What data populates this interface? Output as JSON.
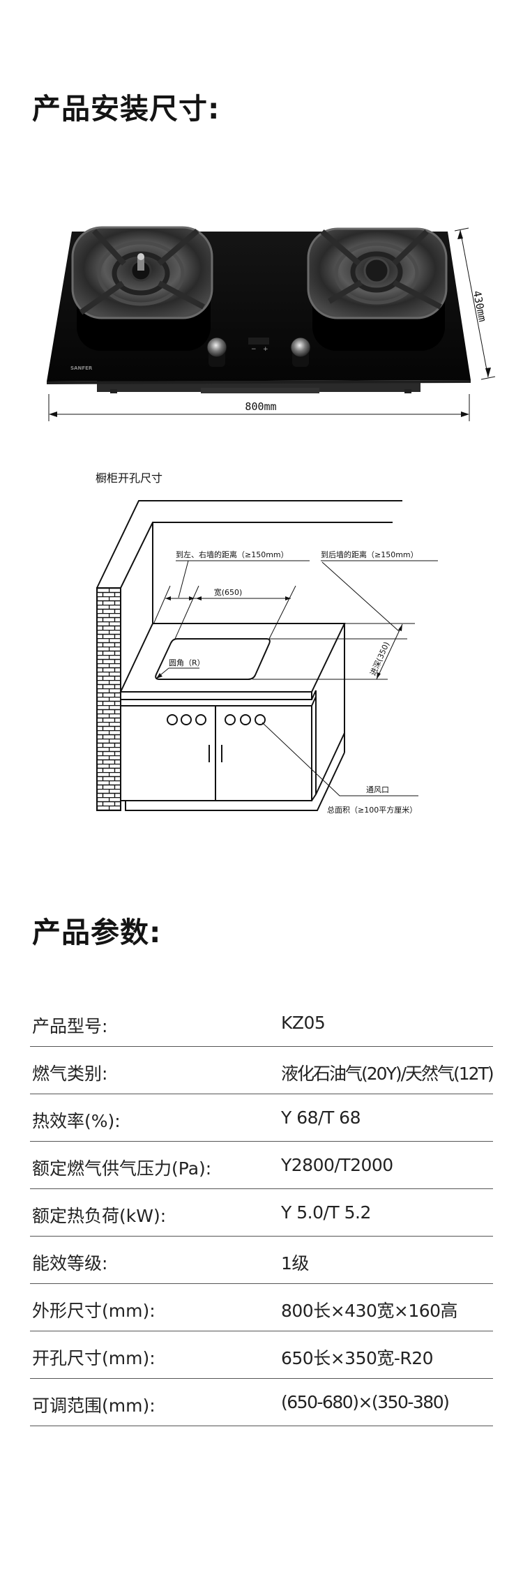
{
  "install": {
    "title": "产品安装尺寸:",
    "hob": {
      "width_label": "800mm",
      "depth_label": "430mm",
      "brand": "SANFER",
      "control_minus": "−",
      "control_plus": "+"
    }
  },
  "cabinet": {
    "title": "橱柜开孔尺寸",
    "side_wall_distance": "到左、右墙的距离（≥150mm）",
    "back_wall_distance": "到后墙的距离（≥150mm）",
    "width": "宽(650)",
    "corner": "圆角（R）",
    "depth": "进深(350)",
    "vent": "通风口",
    "vent_area": "总面积（≥100平方厘米）"
  },
  "params": {
    "title": "产品参数:",
    "rows": [
      {
        "label": "产品型号:",
        "value": "KZ05"
      },
      {
        "label": "燃气类别:",
        "value": "液化石油气(20Y)/天然气(12T)"
      },
      {
        "label": "热效率(%):",
        "value": "Y 68/T 68"
      },
      {
        "label": "额定燃气供气压力(Pa):",
        "value": "Y2800/T2000"
      },
      {
        "label": "额定热负荷(kW):",
        "value": "Y 5.0/T 5.2"
      },
      {
        "label": "能效等级:",
        "value": "1级"
      },
      {
        "label": "外形尺寸(mm):",
        "value": "800长×430宽×160高"
      },
      {
        "label": "开孔尺寸(mm):",
        "value": "650长×350宽-R20"
      },
      {
        "label": "可调范围(mm):",
        "value": "(650-680)×(350-380)"
      }
    ]
  }
}
